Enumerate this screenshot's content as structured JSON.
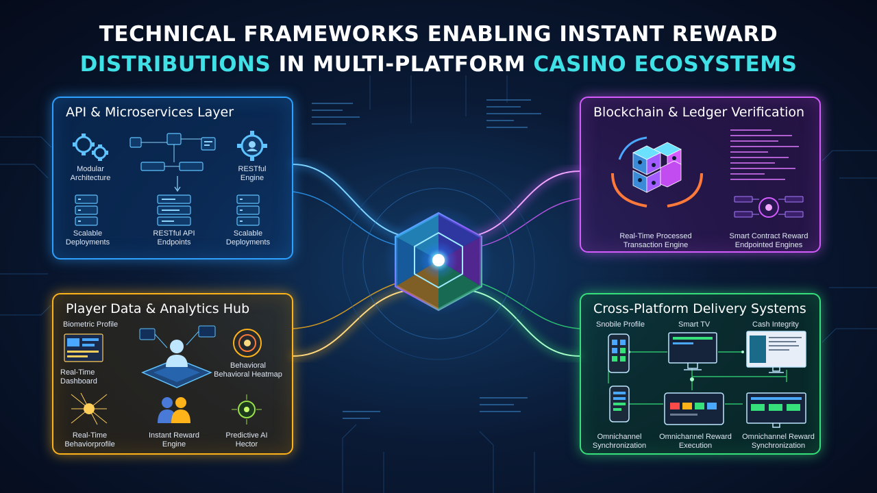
{
  "title": {
    "line1": "Technical Frameworks Enabling Instant Reward",
    "line2_a": "Distributions",
    "line2_b": "in Multi-Platform",
    "line2_c": "Casino Ecosystems"
  },
  "colors": {
    "api": "#2ea0ff",
    "chain": "#d45cff",
    "player": "#ffb31a",
    "cross": "#36e07a",
    "core": "#66e6ff"
  },
  "panels": {
    "api": {
      "title": "API & Microservices Layer",
      "labels": {
        "modular": [
          "Modular",
          "Architecture"
        ],
        "restful_engine": [
          "RESTful",
          "Engine"
        ],
        "scalable_left": [
          "Scalable",
          "Deployments"
        ],
        "endpoints": [
          "RESTful API",
          "Endpoints"
        ],
        "scalable_right": [
          "Scalable",
          "Deployments"
        ]
      }
    },
    "chain": {
      "title": "Blockchain & Ledger Verification",
      "labels": {
        "realtime": [
          "Real-Time Processed",
          "Transaction Engine"
        ],
        "smart": [
          "Smart Contract Reward",
          "Endpointed Engines"
        ]
      }
    },
    "player": {
      "title": "Player Data & Analytics Hub",
      "labels": {
        "biometric": [
          "Biometric Profile"
        ],
        "realtime_dash": [
          "Real-Time",
          "Dashboard"
        ],
        "behavioral": [
          "Behavioral",
          "Behavioral Heatmap"
        ],
        "realtime_profile": [
          "Real-Time",
          "Behaviorprofile"
        ],
        "instant": [
          "Instant Reward",
          "Engine"
        ],
        "predictive": [
          "Predictive AI",
          "Hector"
        ]
      }
    },
    "cross": {
      "title": "Cross-Platform Delivery Systems",
      "labels": {
        "mobile": [
          "Snobile Profile"
        ],
        "tv": [
          "Smart TV"
        ],
        "cash": [
          "Cash Integrity"
        ],
        "sync_left": [
          "Omnichannel",
          "Synchronization"
        ],
        "execution": [
          "Omnichannel Reward",
          "Execution"
        ],
        "sync_right": [
          "Omnichannel Reward",
          "Synchronization"
        ]
      }
    }
  }
}
